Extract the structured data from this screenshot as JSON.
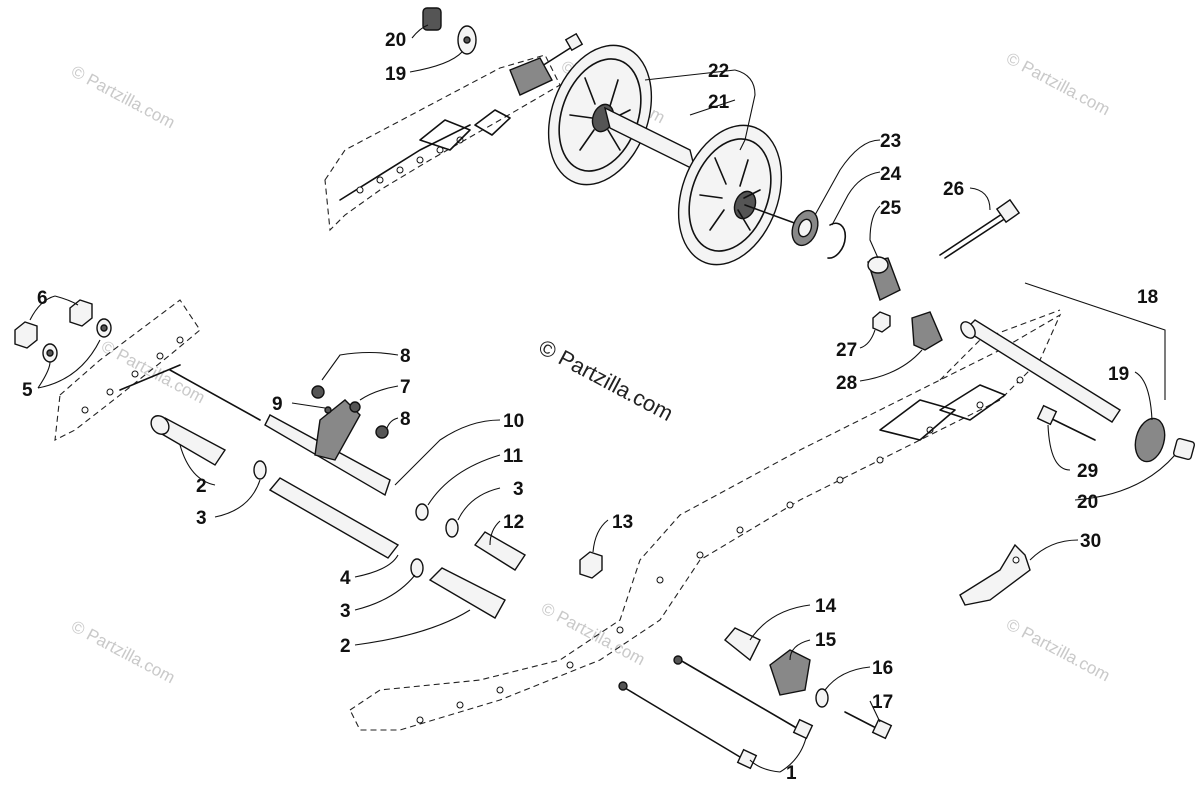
{
  "watermark": {
    "center_text": "© Partzilla.com",
    "corner_text": "© Partzilla.com"
  },
  "callouts": [
    {
      "id": "c20a",
      "label": "20"
    },
    {
      "id": "c19a",
      "label": "19"
    },
    {
      "id": "c22",
      "label": "22"
    },
    {
      "id": "c21",
      "label": "21"
    },
    {
      "id": "c23",
      "label": "23"
    },
    {
      "id": "c24",
      "label": "24"
    },
    {
      "id": "c25",
      "label": "25"
    },
    {
      "id": "c26",
      "label": "26"
    },
    {
      "id": "c18",
      "label": "18"
    },
    {
      "id": "c6",
      "label": "6"
    },
    {
      "id": "c5",
      "label": "5"
    },
    {
      "id": "c27",
      "label": "27"
    },
    {
      "id": "c28",
      "label": "28"
    },
    {
      "id": "c19b",
      "label": "19"
    },
    {
      "id": "c8a",
      "label": "8"
    },
    {
      "id": "c7",
      "label": "7"
    },
    {
      "id": "c9",
      "label": "9"
    },
    {
      "id": "c8b",
      "label": "8"
    },
    {
      "id": "c10",
      "label": "10"
    },
    {
      "id": "c11",
      "label": "11"
    },
    {
      "id": "c2a",
      "label": "2"
    },
    {
      "id": "c3a",
      "label": "3"
    },
    {
      "id": "c3b",
      "label": "3"
    },
    {
      "id": "c12",
      "label": "12"
    },
    {
      "id": "c13",
      "label": "13"
    },
    {
      "id": "c29",
      "label": "29"
    },
    {
      "id": "c20b",
      "label": "20"
    },
    {
      "id": "c30",
      "label": "30"
    },
    {
      "id": "c4",
      "label": "4"
    },
    {
      "id": "c3c",
      "label": "3"
    },
    {
      "id": "c2b",
      "label": "2"
    },
    {
      "id": "c14",
      "label": "14"
    },
    {
      "id": "c15",
      "label": "15"
    },
    {
      "id": "c16",
      "label": "16"
    },
    {
      "id": "c17",
      "label": "17"
    },
    {
      "id": "c1",
      "label": "1"
    }
  ]
}
